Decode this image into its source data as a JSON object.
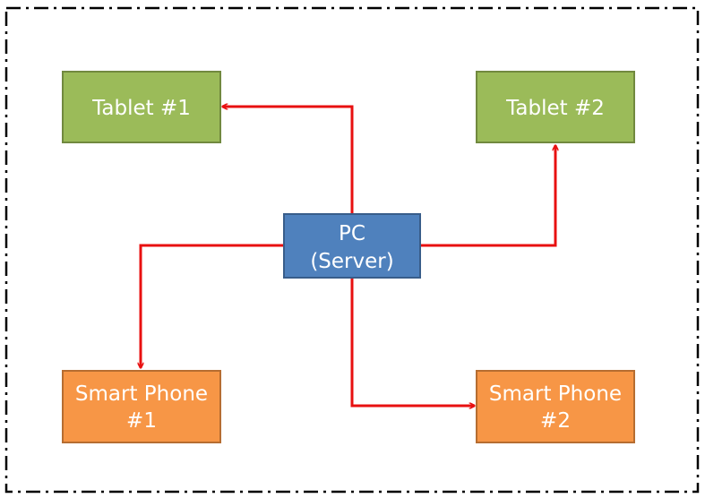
{
  "diagram": {
    "colors": {
      "tablet_fill": "#9BBB59",
      "tablet_stroke": "#71893F",
      "phone_fill": "#F79646",
      "phone_stroke": "#B66D31",
      "server_fill": "#4F81BD",
      "server_stroke": "#385D8A",
      "arrow": "#E81010",
      "frame": "#000000"
    },
    "nodes": {
      "tablet1": {
        "lines": [
          "Tablet #1"
        ]
      },
      "tablet2": {
        "lines": [
          "Tablet #2"
        ]
      },
      "server": {
        "lines": [
          "PC",
          "(Server)"
        ]
      },
      "phone1": {
        "lines": [
          "Smart Phone",
          "#1"
        ]
      },
      "phone2": {
        "lines": [
          "Smart Phone",
          "#2"
        ]
      }
    },
    "connections": [
      {
        "from": "server",
        "to": "tablet1"
      },
      {
        "from": "server",
        "to": "tablet2"
      },
      {
        "from": "server",
        "to": "phone1"
      },
      {
        "from": "server",
        "to": "phone2"
      }
    ]
  }
}
